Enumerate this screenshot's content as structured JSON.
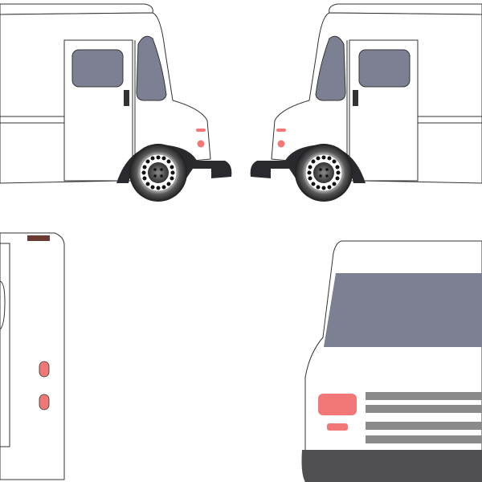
{
  "illustration": {
    "views": [
      "side-left",
      "side-right",
      "rear",
      "front"
    ],
    "colors": {
      "body": "#ffffff",
      "outline": "#333333",
      "window": "#7c8092",
      "light": "#f27777",
      "tire": "#2a2a2e",
      "bumper": "#505052",
      "grille": "#8a8a8a",
      "rear_marker": "#6b3a30"
    }
  }
}
